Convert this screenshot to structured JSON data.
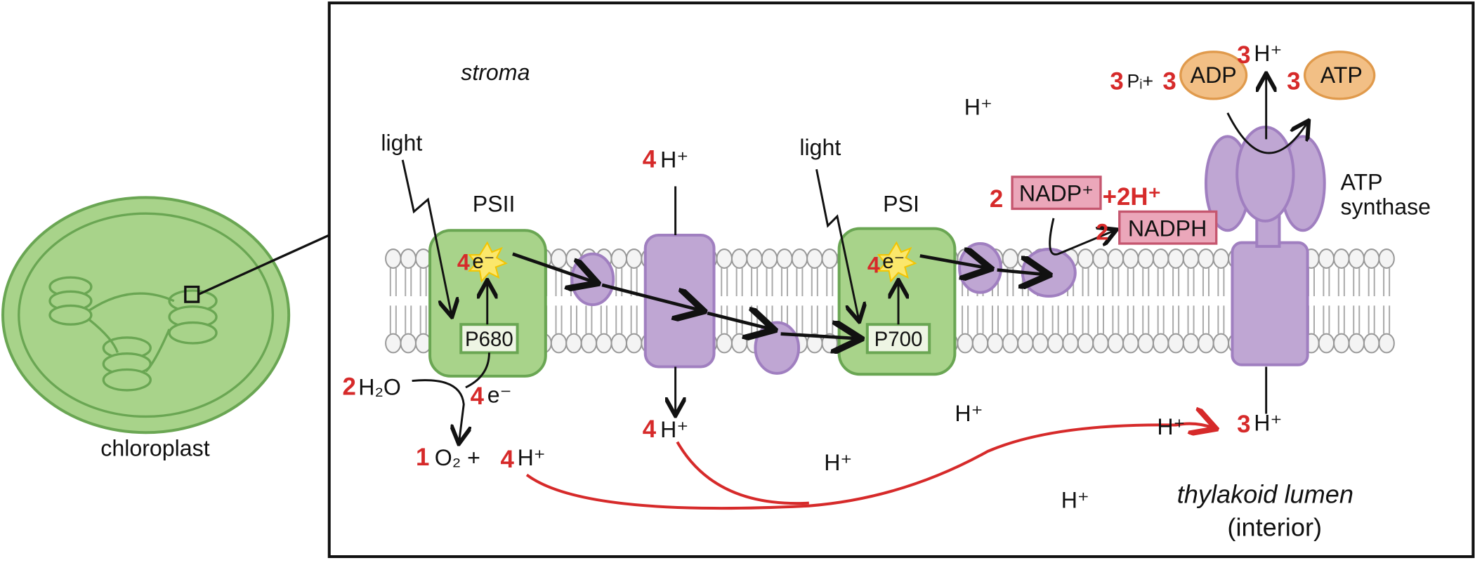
{
  "chloroplast_label": "chloroplast",
  "regions": {
    "stroma": "stroma",
    "lumen": "thylakoid lumen",
    "lumen_sub": "(interior)"
  },
  "light": [
    "light",
    "light"
  ],
  "psii": {
    "label": "PSII",
    "center": "P680",
    "electrons_num": "4",
    "electrons": "e⁻"
  },
  "psi": {
    "label": "PSI",
    "center": "P700",
    "electrons_num": "4",
    "electrons": "e⁻"
  },
  "water": {
    "num": "2",
    "formula": "H₂O",
    "e_num": "4",
    "e": "e⁻",
    "o2_num": "1",
    "o2": "O₂ +",
    "h_num": "4",
    "h": "H⁺"
  },
  "cyt": {
    "top_num": "4",
    "top": "H⁺",
    "bottom_num": "4",
    "bottom": "H⁺"
  },
  "nadp": {
    "num": "2",
    "label": "NADP⁺",
    "plus": "+2H⁺",
    "product_num": "2",
    "product": "NADPH"
  },
  "atp": {
    "pi_num": "3",
    "pi": "Pᵢ+",
    "adp_num": "3",
    "adp": "ADP",
    "atp_num": "3",
    "atp": "ATP",
    "h_top_num": "3",
    "h_top": "H⁺",
    "h_bottom_num": "3",
    "h_bottom": "H⁺",
    "synthase": [
      "ATP",
      "synthase"
    ]
  },
  "free_protons": [
    "H⁺",
    "H⁺",
    "H⁺",
    "H⁺",
    "H⁺"
  ],
  "colors": {
    "green": "#a8d38a",
    "green_stroke": "#6aa653",
    "purple": "#bfa6d3",
    "purple_stroke": "#a07fc0",
    "orange": "#f2bf85",
    "pink": "#eba7ba",
    "red": "#d62a2a"
  }
}
